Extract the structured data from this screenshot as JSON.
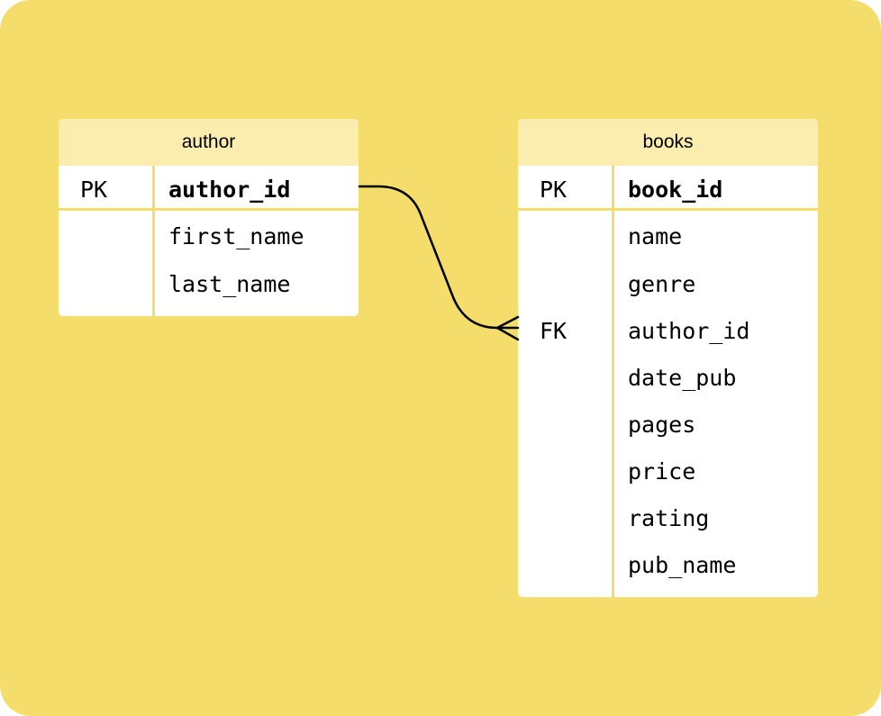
{
  "entities": {
    "author": {
      "name": "author",
      "primary_key": {
        "key": "PK",
        "field": "author_id"
      },
      "fields": [
        "first_name",
        "last_name"
      ]
    },
    "books": {
      "name": "books",
      "primary_key": {
        "key": "PK",
        "field": "book_id"
      },
      "fields": [
        {
          "key": "",
          "field": "name"
        },
        {
          "key": "",
          "field": "genre"
        },
        {
          "key": "FK",
          "field": "author_id"
        },
        {
          "key": "",
          "field": "date_pub"
        },
        {
          "key": "",
          "field": "pages"
        },
        {
          "key": "",
          "field": "price"
        },
        {
          "key": "",
          "field": "rating"
        },
        {
          "key": "",
          "field": "pub_name"
        }
      ]
    }
  },
  "relationship": {
    "from": "author.author_id",
    "to": "books.author_id",
    "type": "one-to-many"
  },
  "colors": {
    "background": "#f4dd6a",
    "header": "#faedad",
    "table": "#ffffff",
    "line": "#000000"
  }
}
